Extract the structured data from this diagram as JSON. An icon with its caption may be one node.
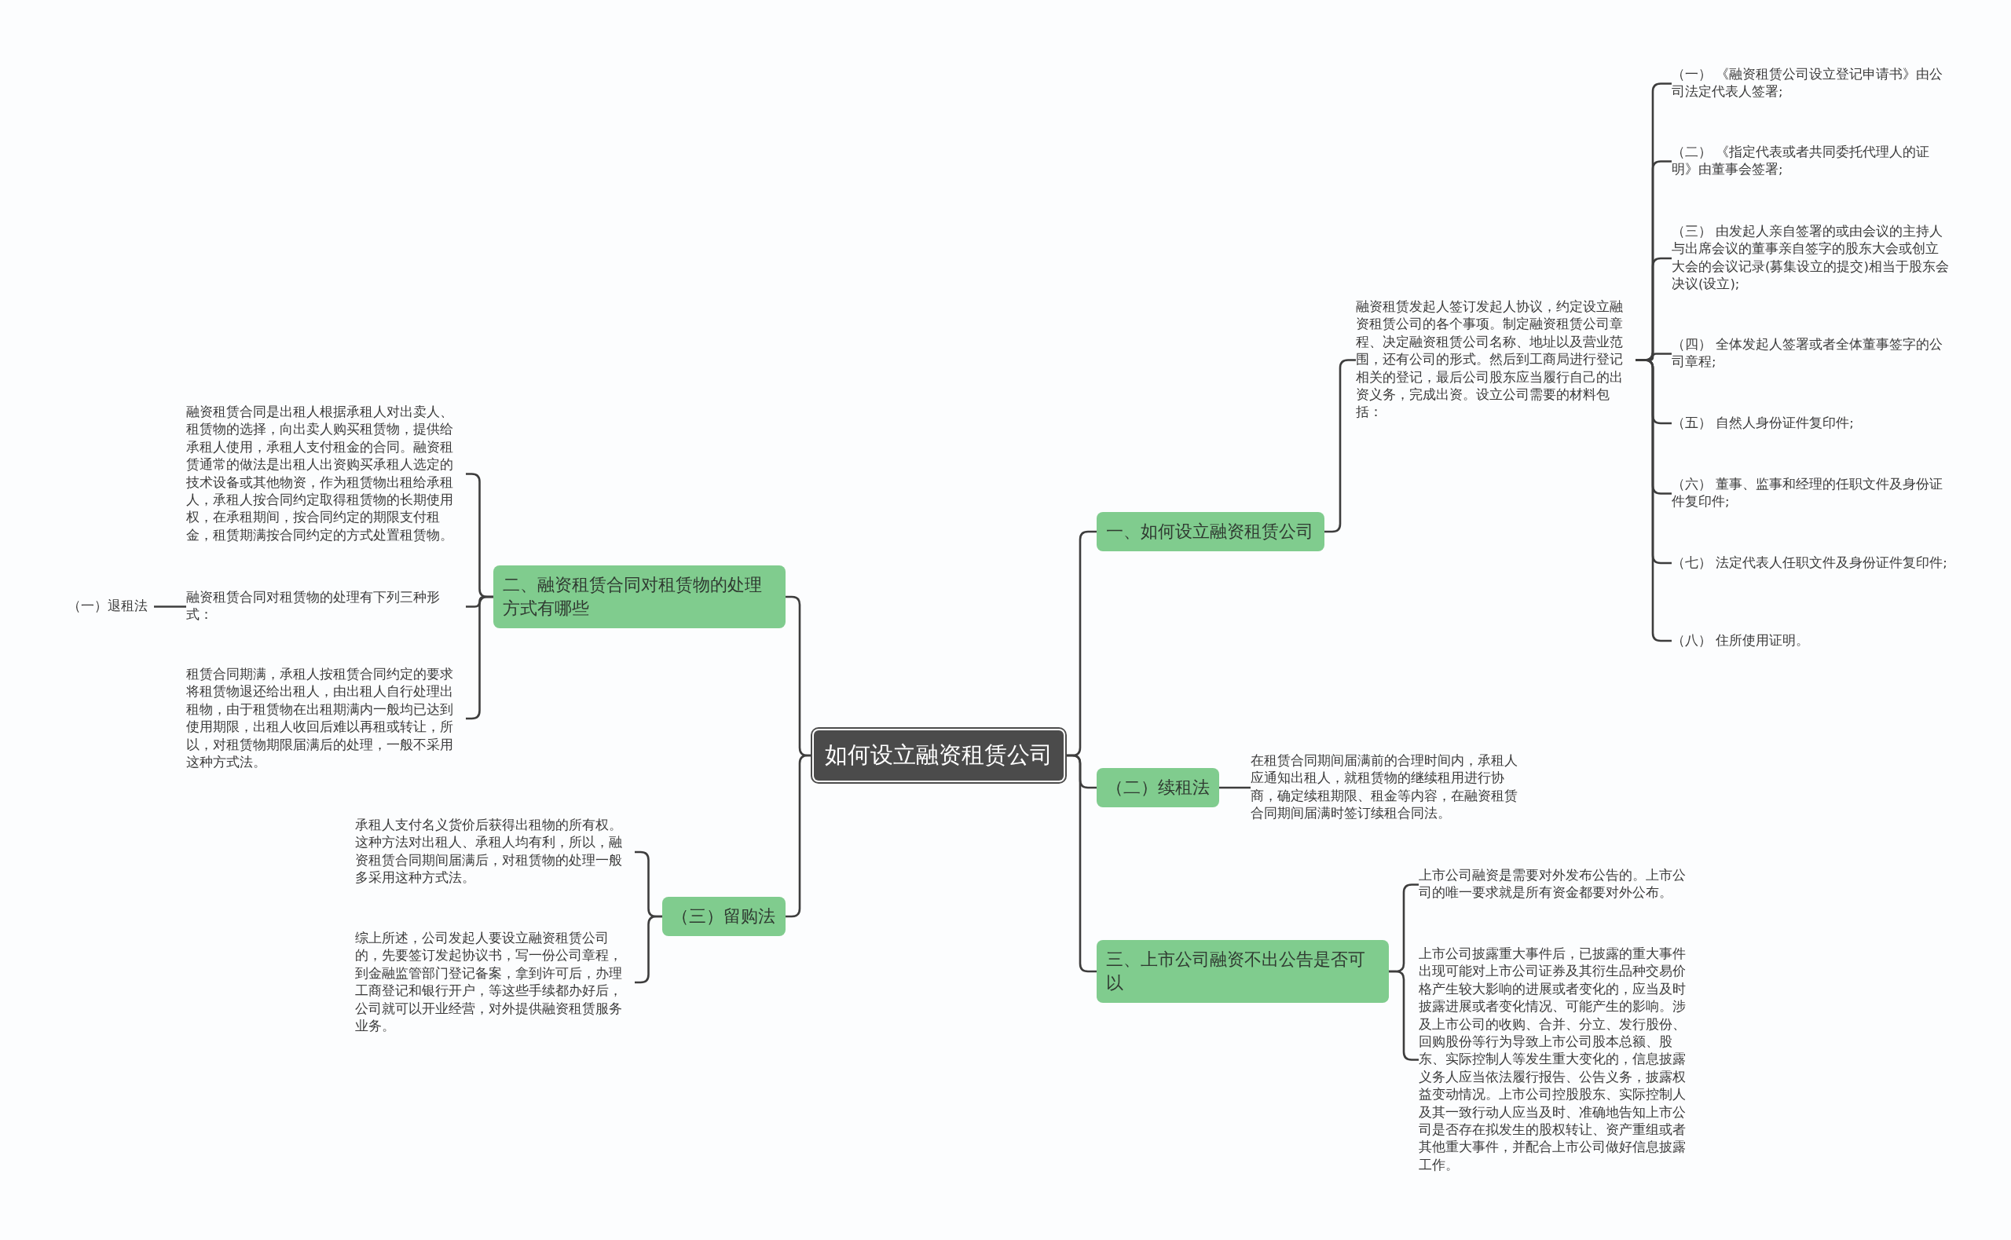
{
  "diagram": {
    "nodes": [
      {
        "text": [
          "如何设立融资租赁公司"
        ]
      },
      {
        "text": [
          "一、如何设立融资租赁公司"
        ]
      },
      {
        "text": [
          "融资租赁发起人签订发起人协议，约定设立融资租赁公司的各个事项。制定融资租赁公司章程、决定融资租赁公司名称、地址以及营业范围，还有公司的形式。然后到工商局进行登记相关的登记，最后公司股东应当履行自己的出资义务，完成出资。设立公司需要的材料包括："
        ]
      },
      {
        "text": [
          "（一） 《融资租赁公司设立登记申请书》由公司法定代表人签署;"
        ]
      },
      {
        "text": [
          "（二） 《指定代表或者共同委托代理人的证明》由董事会签署;"
        ]
      },
      {
        "text": [
          "（三） 由发起人亲自签署的或由会议的主持人与出席会议的董事亲自签字的股东大会或创立大会的会议记录(募集设立的提交)相当于股东会决议(设立);"
        ]
      },
      {
        "text": [
          "（四） 全体发起人签署或者全体董事签字的公司章程;"
        ]
      },
      {
        "text": [
          "（五） 自然人身份证件复印件;"
        ]
      },
      {
        "text": [
          "（六） 董事、监事和经理的任职文件及身份证件复印件;"
        ]
      },
      {
        "text": [
          "（七） 法定代表人任职文件及身份证件复印件;"
        ]
      },
      {
        "text": [
          "（八） 住所使用证明。"
        ]
      },
      {
        "text": [
          "（二）续租法"
        ]
      },
      {
        "text": [
          "在租赁合同期间届满前的合理时间内，承租人应通知出租人，就租赁物的继续租用进行协商，确定续租期限、租金等内容，在融资租赁合同期间届满时签订续租合同法。"
        ]
      },
      {
        "text": [
          "三、上市公司融资不出公告是否可以"
        ]
      },
      {
        "text": [
          "上市公司融资是需要对外发布公告的。上市公司的唯一要求就是所有资金都要对外公布。"
        ]
      },
      {
        "text": [
          "上市公司披露重大事件后，已披露的重大事件出现可能对上市公司证券及其衍生品种交易价格产生较大影响的进展或者变化的，应当及时披露进展或者变化情况、可能产生的影响。涉及上市公司的收购、合并、分立、发行股份、回购股份等行为导致上市公司股本总额、股东、实际控制人等发生重大变化的，信息披露义务人应当依法履行报告、公告义务，披露权益变动情况。上市公司控股股东、实际控制人及其一致行动人应当及时、准确地告知上市公司是否存在拟发生的股权转让、资产重组或者其他重大事件，并配合上市公司做好信息披露工作。"
        ]
      },
      {
        "text": [
          "二、融资租赁合同对租赁物的处理方式有哪些"
        ]
      },
      {
        "text": [
          "融资租赁合同是出租人根据承租人对出卖人、租赁物的选择，向出卖人购买租赁物，提供给承租人使用，承租人支付租金的合同。融资租赁通常的做法是出租人出资购买承租人选定的技术设备或其他物资，作为租赁物出租给承租人，承租人按合同约定取得租赁物的长期使用权，在承租期间，按合同约定的期限支付租金，租赁期满按合同约定的方式处置租赁物。"
        ]
      },
      {
        "text": [
          "融资租赁合同对租赁物的处理有下列三种形式："
        ]
      },
      {
        "text": [
          "（一）退租法"
        ]
      },
      {
        "text": [
          "租赁合同期满，承租人按租赁合同约定的要求将租赁物退还给出租人，由出租人自行处理出租物，由于租赁物在出租期满内一般均已达到使用期限，出租人收回后难以再租或转让，所以，对租赁物期限届满后的处理，一般不采用这种方式法。"
        ]
      },
      {
        "text": [
          "（三）留购法"
        ]
      },
      {
        "text": [
          "承租人支付名义货价后获得出租物的所有权。这种方法对出租人、承租人均有利，所以，融资租赁合同期间届满后，对租赁物的处理一般多采用这种方式法。"
        ]
      },
      {
        "text": [
          "综上所述，公司发起人要设立融资租赁公司的，先要签订发起协议书，写一份公司章程，到金融监管部门登记备案，拿到许可后，办理工商登记和银行开户，等这些手续都办好后，公司就可以开业经营，对外提供融资租赁服务业务。"
        ]
      }
    ],
    "edges": [
      {
        "from": 0,
        "to": 1,
        "arrow": "none"
      },
      {
        "from": 1,
        "to": 2,
        "arrow": "none"
      },
      {
        "from": 2,
        "to": 3,
        "arrow": "none"
      },
      {
        "from": 2,
        "to": 4,
        "arrow": "none"
      },
      {
        "from": 2,
        "to": 5,
        "arrow": "none"
      },
      {
        "from": 2,
        "to": 6,
        "arrow": "none"
      },
      {
        "from": 2,
        "to": 7,
        "arrow": "none"
      },
      {
        "from": 2,
        "to": 8,
        "arrow": "none"
      },
      {
        "from": 2,
        "to": 9,
        "arrow": "none"
      },
      {
        "from": 2,
        "to": 10,
        "arrow": "none"
      },
      {
        "from": 0,
        "to": 11,
        "arrow": "none"
      },
      {
        "from": 11,
        "to": 12,
        "arrow": "none"
      },
      {
        "from": 0,
        "to": 13,
        "arrow": "none"
      },
      {
        "from": 13,
        "to": 14,
        "arrow": "none"
      },
      {
        "from": 13,
        "to": 15,
        "arrow": "none"
      },
      {
        "from": 0,
        "to": 16,
        "arrow": "none"
      },
      {
        "from": 16,
        "to": 17,
        "arrow": "none"
      },
      {
        "from": 16,
        "to": 18,
        "arrow": "none"
      },
      {
        "from": 16,
        "to": 20,
        "arrow": "none"
      },
      {
        "from": 18,
        "to": 19,
        "arrow": "none"
      },
      {
        "from": 0,
        "to": 21,
        "arrow": "none"
      },
      {
        "from": 21,
        "to": 22,
        "arrow": "none"
      },
      {
        "from": 21,
        "to": 23,
        "arrow": "none"
      }
    ]
  }
}
